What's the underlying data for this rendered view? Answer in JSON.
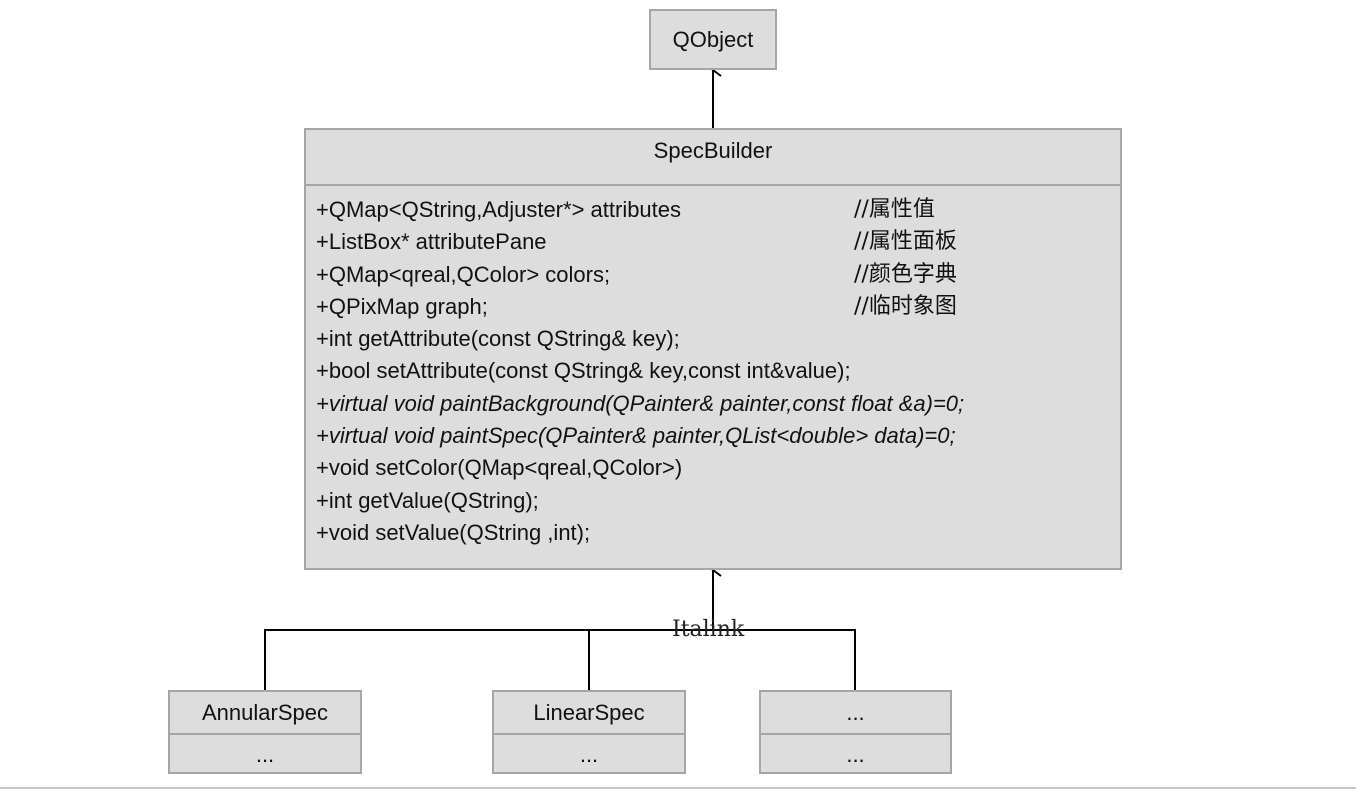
{
  "base": {
    "name": "QObject"
  },
  "main": {
    "name": "SpecBuilder",
    "members": [
      {
        "text": "+QMap<QString,Adjuster*> attributes",
        "comment": "//属性值",
        "italic": false
      },
      {
        "text": "+ListBox* attributePane",
        "comment": "//属性面板",
        "italic": false
      },
      {
        "text": "+QMap<qreal,QColor> colors;",
        "comment": "//颜色字典",
        "italic": false
      },
      {
        "text": "+QPixMap graph;",
        "comment": "//临时象图",
        "italic": false
      },
      {
        "text": "+int getAttribute(const QString& key);",
        "comment": "",
        "italic": false
      },
      {
        "text": "+bool setAttribute(const QString& key,const int&value);",
        "comment": "",
        "italic": false
      },
      {
        "text": "+virtual void paintBackground(QPainter& painter,const float &a)=0;",
        "comment": "",
        "italic": true
      },
      {
        "text": "+virtual void paintSpec(QPainter& painter,QList<double> data)=0;",
        "comment": "",
        "italic": true
      },
      {
        "text": "+void setColor(QMap<qreal,QColor>)",
        "comment": "",
        "italic": false
      },
      {
        "text": "+int getValue(QString);",
        "comment": "",
        "italic": false
      },
      {
        "text": "+void setValue(QString ,int);",
        "comment": "",
        "italic": false
      }
    ]
  },
  "edge_label": "Italink",
  "subclasses": [
    {
      "name": "AnnularSpec",
      "body": "..."
    },
    {
      "name": "LinearSpec",
      "body": "..."
    },
    {
      "name": "...",
      "body": "..."
    }
  ]
}
